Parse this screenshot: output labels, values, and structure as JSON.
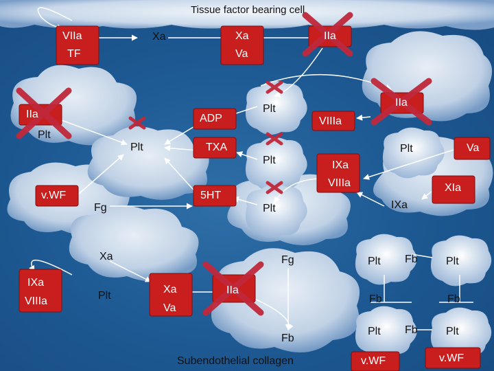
{
  "title": "Tissue factor bearing cell",
  "labels": {
    "viia": "VIIa",
    "tf": "TF",
    "xa_top": "Xa",
    "xa_mid": "Xa",
    "va_mid": "Va",
    "iia_top": "IIa",
    "iia_left": "IIa",
    "plt_left": "Plt",
    "adp": "ADP",
    "plt_c1": "Plt",
    "plt_mid": "Plt",
    "txa": "TXA",
    "plt_c2": "Plt",
    "viiia_c": "VIIIa",
    "iia_r": "IIa",
    "ixa_c": "IXa",
    "viiia_c2": "VIIIa",
    "plt_r": "Plt",
    "va_r": "Va",
    "vwf_left": "v.WF",
    "ht5": "5HT",
    "fg_left": "Fg",
    "plt_c3": "Plt",
    "xia": "XIa",
    "ixa_r": "IXa",
    "xa_low": "Xa",
    "fg_low": "Fg",
    "ixa_ll": "IXa",
    "viiia_ll": "VIIIa",
    "plt_ll": "Plt",
    "xa_ll2": "Xa",
    "va_ll2": "Va",
    "iia_low": "IIa",
    "fb_low": "Fb",
    "collagen": "Subendothelial collagen",
    "plt_g1": "Plt",
    "fb_g1": "Fb",
    "plt_g2": "Plt",
    "fb_g2": "Fb",
    "fb_g3": "Fb",
    "plt_g3": "Plt",
    "fb_g4": "Fb",
    "plt_g4": "Plt",
    "vwf_g1": "v.WF",
    "vwf_g2": "v.WF"
  },
  "colors": {
    "factor_box": "#c81e1e",
    "cloud_light": "#e6eef7",
    "cloud_dark": "#6e94c2",
    "arrow": "#ffffff",
    "cross": "#c0283b"
  }
}
